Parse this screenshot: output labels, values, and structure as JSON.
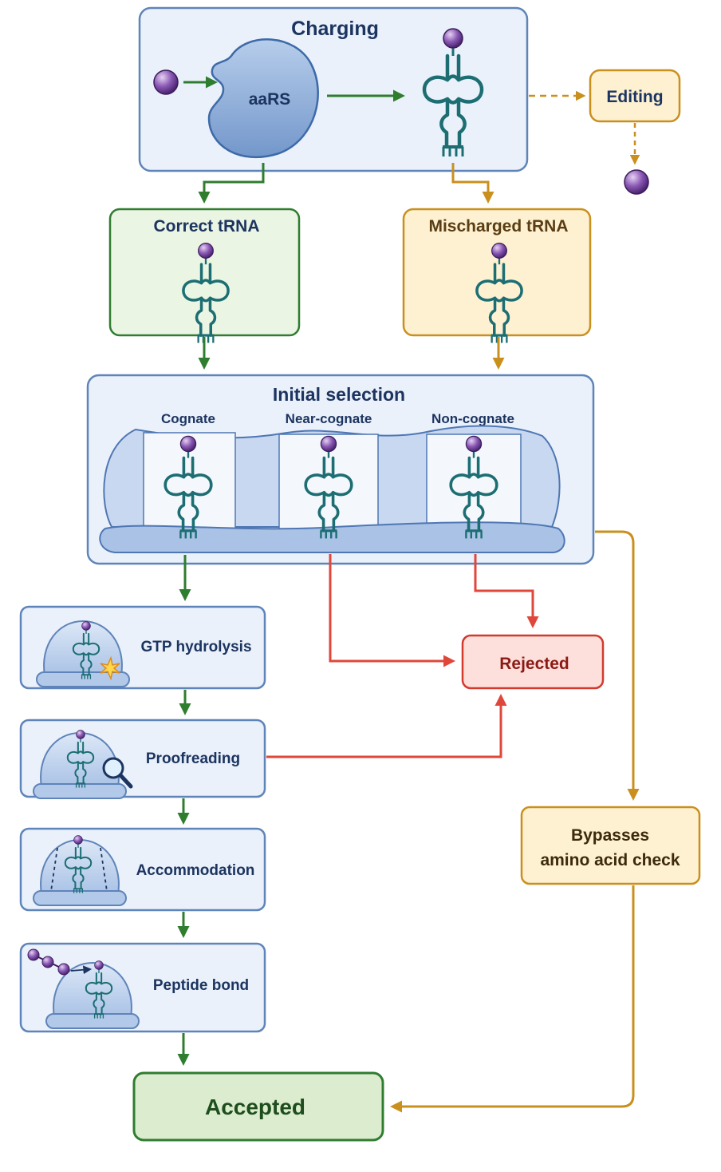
{
  "charging": {
    "title": "Charging",
    "enzyme": "aaRS",
    "editing": "Editing"
  },
  "correct": {
    "title": "Correct tRNA"
  },
  "mischarged": {
    "title": "Mischarged tRNA"
  },
  "selection": {
    "title": "Initial selection",
    "sites": [
      "Cognate",
      "Near-cognate",
      "Non-cognate"
    ]
  },
  "steps": [
    {
      "label": "GTP hydrolysis",
      "icon": "spark-icon"
    },
    {
      "label": "Proofreading",
      "icon": "magnifier-icon"
    },
    {
      "label": "Accommodation",
      "icon": "dashed-lines-icon"
    },
    {
      "label": "Peptide bond",
      "icon": "peptide-chain-icon"
    }
  ],
  "rejected": "Rejected",
  "bypass": {
    "line1": "Bypasses",
    "line2": "amino acid check"
  },
  "accepted": "Accepted",
  "colors": {
    "green": "#2f7d2f",
    "orange": "#c9901e",
    "red": "#e0473b",
    "blue_fill": "#eaf1fb",
    "blue_stroke": "#5f84b9",
    "trna": "#1c6e73",
    "amino_acid": "#6a3c93"
  }
}
